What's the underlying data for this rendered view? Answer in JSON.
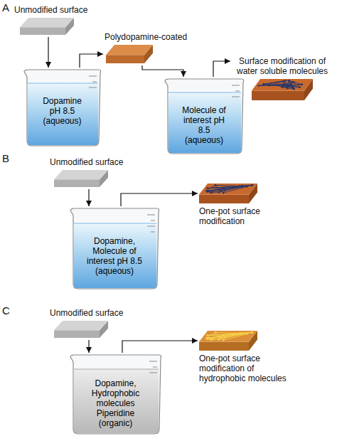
{
  "diagram": {
    "nodes": [
      {
        "text": [
          "Unmodified surface"
        ]
      },
      {
        "text": [
          "Dopamine pH 8.5 (aqueous)"
        ]
      },
      {
        "text": [
          "Polydopamine-coated"
        ]
      },
      {
        "text": [
          "Molecule of interest pH 8.5 (aqueous)"
        ]
      },
      {
        "text": [
          "Surface modification of water soluble molecules"
        ]
      },
      {
        "text": [
          "Unmodified surface"
        ]
      },
      {
        "text": [
          "Dopamine, Molecule of interest pH 8.5 (aqueous)"
        ]
      },
      {
        "text": [
          "One-pot surface modification"
        ]
      },
      {
        "text": [
          "Unmodified surface"
        ]
      },
      {
        "text": [
          "Dopamine, Hydrophobic molecules Piperidine (organic)"
        ]
      },
      {
        "text": [
          "One-pot surface modification of hydrophobic molecules"
        ]
      }
    ],
    "edges": [
      {
        "from": 0,
        "to": 1,
        "arrow": "to"
      },
      {
        "from": 1,
        "to": 2,
        "arrow": "to"
      },
      {
        "from": 2,
        "to": 3,
        "arrow": "to"
      },
      {
        "from": 3,
        "to": 4,
        "arrow": "to"
      },
      {
        "from": 5,
        "to": 6,
        "arrow": "to"
      },
      {
        "from": 6,
        "to": 7,
        "arrow": "to"
      },
      {
        "from": 8,
        "to": 9,
        "arrow": "to"
      },
      {
        "from": 9,
        "to": 10,
        "arrow": "to"
      }
    ],
    "labels": [
      "A",
      "B",
      "C"
    ]
  }
}
